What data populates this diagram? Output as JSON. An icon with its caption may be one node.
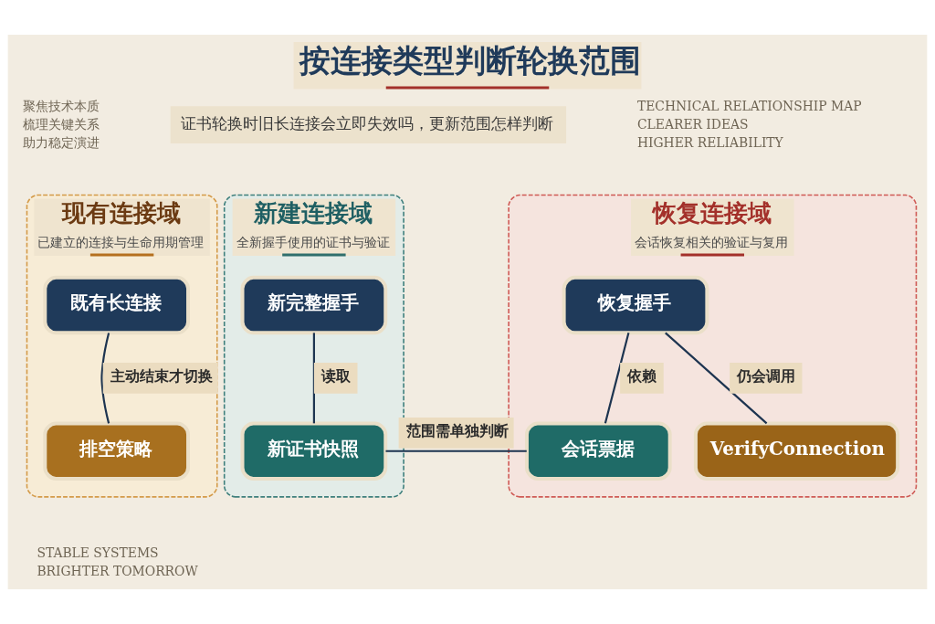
{
  "diagram": {
    "title": "按连接类型判断轮换范围",
    "nodes": [
      {
        "text": [
          "现有连接域",
          "已建立的连接与生命用期管理"
        ]
      },
      {
        "text": [
          "既有长连接"
        ],
        "in": 0
      },
      {
        "text": [
          "排空策略"
        ],
        "in": 0
      },
      {
        "text": [
          "新建连接域",
          "全新握手使用的证书与验证"
        ]
      },
      {
        "text": [
          "新完整握手"
        ],
        "in": 3
      },
      {
        "text": [
          "新证书快照"
        ],
        "in": 3
      },
      {
        "text": [
          "恢复连接域",
          "会话恢复相关的验证与复用"
        ]
      },
      {
        "text": [
          "恢复握手"
        ],
        "in": 6
      },
      {
        "text": [
          "会话票据"
        ],
        "in": 6
      },
      {
        "text": [
          "VerifyConnection"
        ],
        "in": 6
      }
    ],
    "edges": [
      {
        "from": 1,
        "to": 2,
        "arrow": "none",
        "label": "主动结束才切换"
      },
      {
        "from": 4,
        "to": 5,
        "arrow": "none",
        "label": "读取"
      },
      {
        "from": 5,
        "to": 8,
        "arrow": "none",
        "label": "范围需单独判断"
      },
      {
        "from": 7,
        "to": 8,
        "arrow": "none",
        "label": "依赖"
      },
      {
        "from": 7,
        "to": 9,
        "arrow": "none",
        "label": "仍会调用"
      }
    ],
    "labels": [
      "聚焦技术本质",
      "梳理关键关系",
      "助力稳定演进",
      "证书轮换时旧长连接会立即失效吗，更新范围怎样判断",
      "TECHNICAL RELATIONSHIP MAP",
      "CLEARER IDEAS",
      "HIGHER RELIABILITY",
      "STABLE SYSTEMS",
      "BRIGHTER TOMORROW"
    ]
  }
}
